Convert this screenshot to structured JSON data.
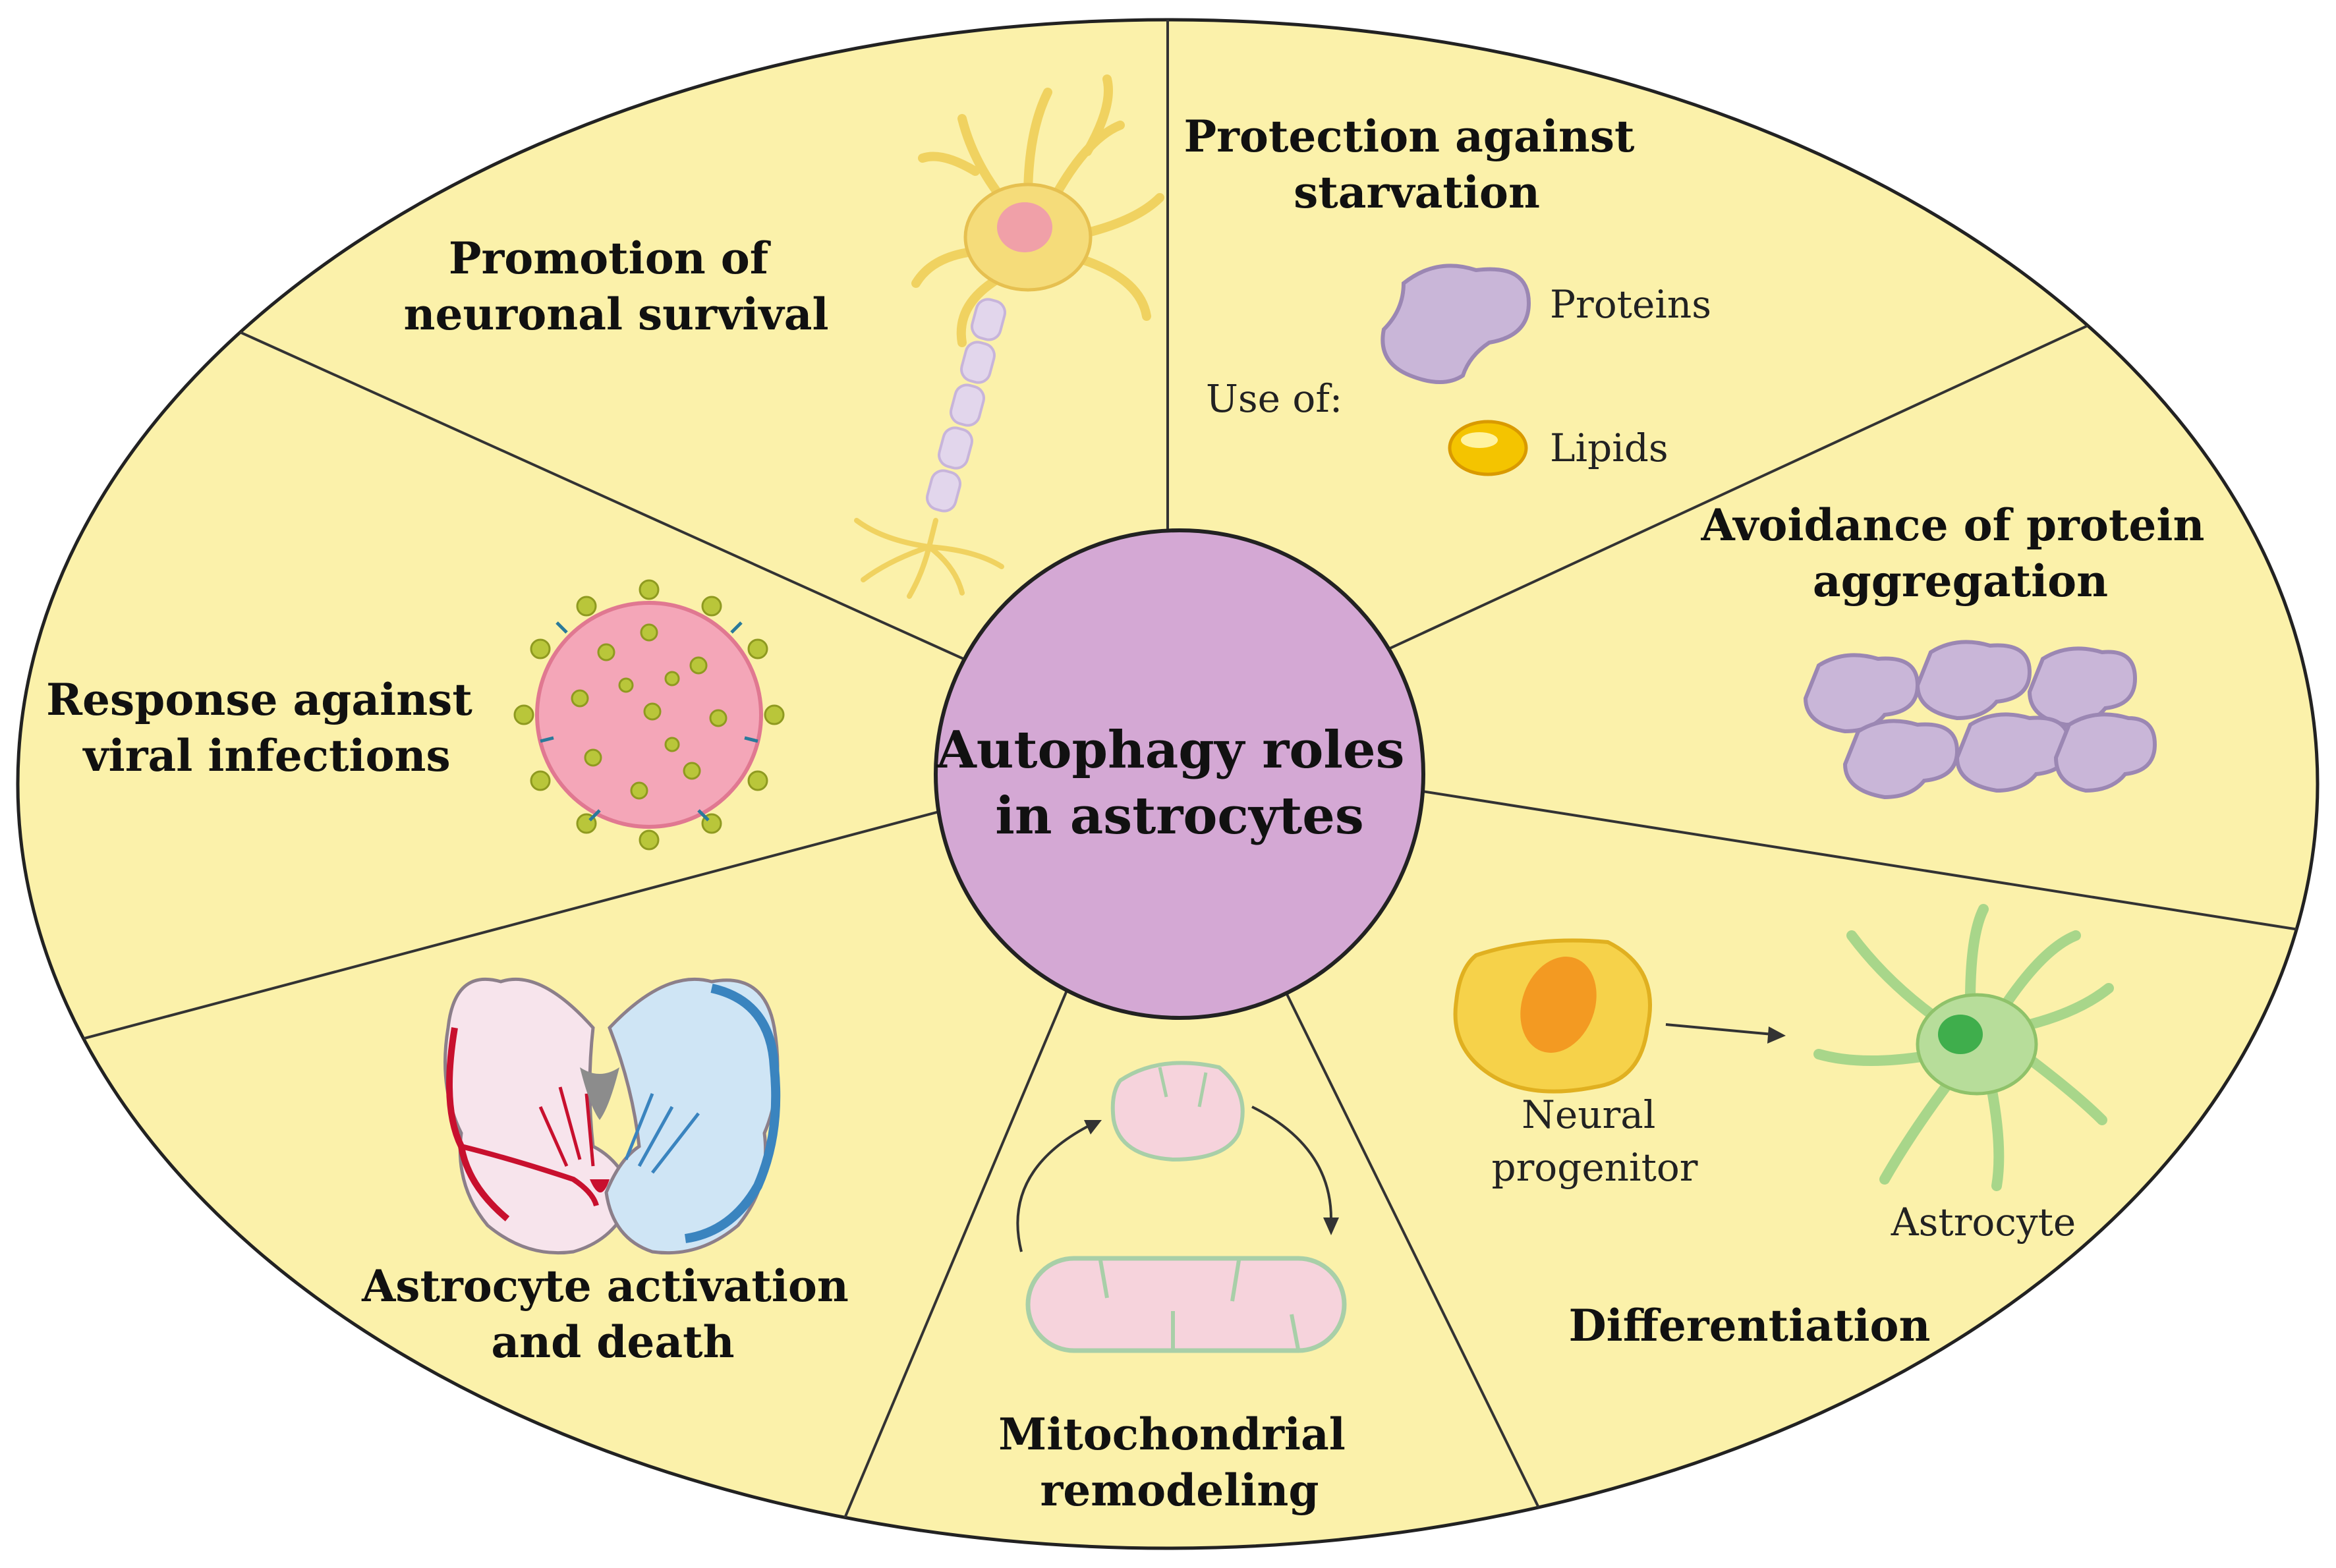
{
  "center": {
    "title_lines": [
      "Autophagy roles",
      "in astrocytes"
    ]
  },
  "segments": {
    "neuronal_survival": {
      "title_lines": [
        "Promotion of",
        "neuronal survival"
      ]
    },
    "starvation": {
      "title_lines": [
        "Protection against",
        "starvation"
      ],
      "use_of_label": "Use of:",
      "proteins_label": "Proteins",
      "lipids_label": "Lipids"
    },
    "protein_aggregation": {
      "title_lines": [
        "Avoidance of protein",
        "aggregation"
      ]
    },
    "differentiation": {
      "title": "Differentiation",
      "progenitor_lines": [
        "Neural",
        "progenitor"
      ],
      "astrocyte_label": "Astrocyte"
    },
    "mitochondrial": {
      "title_lines": [
        "Mitochondrial",
        "remodeling"
      ]
    },
    "activation_death": {
      "title_lines": [
        "Astrocyte activation",
        "and death"
      ]
    },
    "viral": {
      "title_lines": [
        "Response against",
        "viral infections"
      ]
    }
  },
  "colors": {
    "background_fill": "#fbf1aa",
    "center_fill": "#d4a8d4",
    "outline": "#222222",
    "protein": "#c9b6d8",
    "lipid": "#f4c400",
    "virus_body": "#f4a6b8",
    "virus_spike": "#b9c63a",
    "astrocyte": "#a8d68a",
    "progenitor": "#f6d24a",
    "mitochondria": "#f6d3dc"
  }
}
